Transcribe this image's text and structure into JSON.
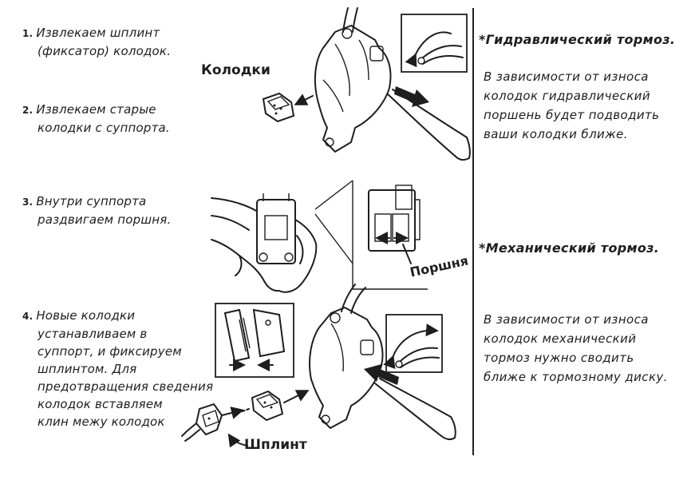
{
  "steps": [
    {
      "num": "1.",
      "lines": [
        "Извлекаем шплинт",
        "(фиксатор) колодок."
      ]
    },
    {
      "num": "2.",
      "lines": [
        "Извлекаем старые",
        "колодки с суппорта."
      ]
    },
    {
      "num": "3.",
      "lines": [
        "Внутри суппорта",
        "раздвигаем поршня."
      ]
    },
    {
      "num": "4.",
      "lines": [
        "Новые колодки",
        "устанавливаем в",
        "суппорт, и фиксируем",
        "шплинтом. Для",
        "предотвращения сведения",
        "колодок вставляем",
        "клин межу колодок"
      ]
    }
  ],
  "callouts": {
    "pads": "Колодки",
    "pistons": "Поршня",
    "pin": "Шплинт"
  },
  "notes": {
    "hydraulic": {
      "title": "*Гидравлический тормоз.",
      "lines": [
        "В зависимости от износа",
        "колодок гидравлический",
        "поршень будет подводить",
        "ваши колодки ближе."
      ]
    },
    "mechanical": {
      "title": "*Механический тормоз.",
      "lines": [
        "В зависимости от износа",
        "колодок механический",
        "тормоз нужно сводить",
        "ближе к тормозному диску."
      ]
    }
  },
  "icons": [
    "brake-caliper-icon",
    "brake-pad-icon",
    "pliers-icon",
    "hand-icon",
    "split-pin-icon",
    "rotation-arrow-icon",
    "push-arrow-icon"
  ]
}
